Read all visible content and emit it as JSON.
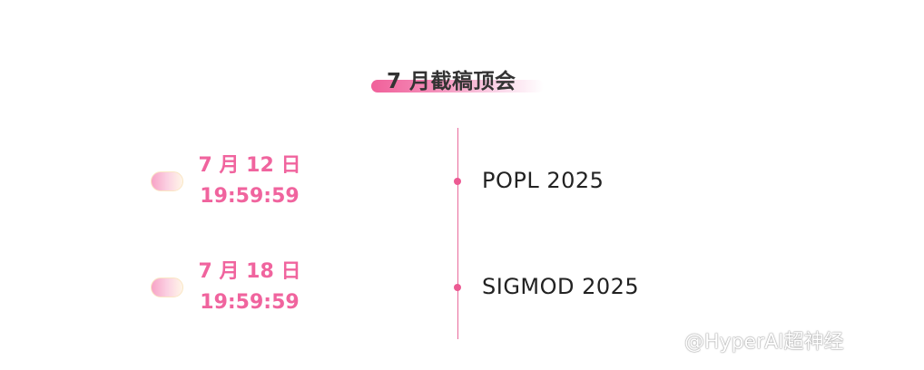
{
  "title": "7 月截稿顶会",
  "events": [
    {
      "date": "7 月 12 日",
      "time": "19:59:59",
      "conference": "POPL 2025"
    },
    {
      "date": "7 月 18 日",
      "time": "19:59:59",
      "conference": "SIGMOD 2025"
    }
  ],
  "watermark": "@HyperAI超神经",
  "colors": {
    "accent": "#f0649e",
    "title_text": "#333333",
    "timeline": "#e86a9c"
  }
}
